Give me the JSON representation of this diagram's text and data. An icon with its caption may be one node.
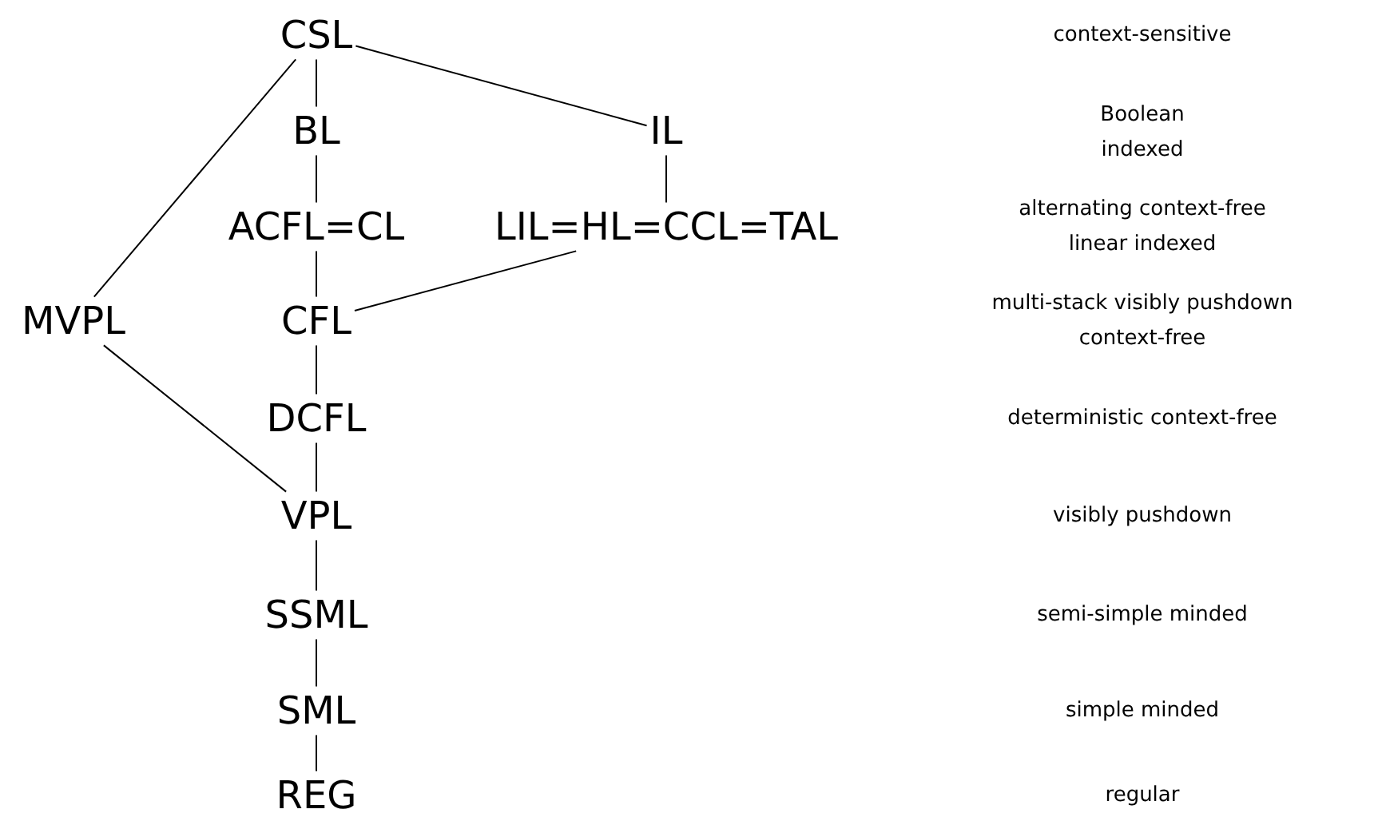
{
  "diagram": {
    "nodes": [
      {
        "text": [
          "CSL"
        ]
      },
      {
        "text": [
          "BL"
        ]
      },
      {
        "text": [
          "IL"
        ]
      },
      {
        "text": [
          "ACFL=CL"
        ]
      },
      {
        "text": [
          "LIL=HL=CCL=TAL"
        ]
      },
      {
        "text": [
          "MVPL"
        ]
      },
      {
        "text": [
          "CFL"
        ]
      },
      {
        "text": [
          "DCFL"
        ]
      },
      {
        "text": [
          "VPL"
        ]
      },
      {
        "text": [
          "SSML"
        ]
      },
      {
        "text": [
          "SML"
        ]
      },
      {
        "text": [
          "REG"
        ]
      }
    ],
    "edges": [
      {
        "from": 0,
        "to": 1,
        "arrow": "none"
      },
      {
        "from": 1,
        "to": 3,
        "arrow": "none"
      },
      {
        "from": 3,
        "to": 6,
        "arrow": "none"
      },
      {
        "from": 0,
        "to": 2,
        "arrow": "none"
      },
      {
        "from": 2,
        "to": 4,
        "arrow": "none"
      },
      {
        "from": 4,
        "to": 6,
        "arrow": "none"
      },
      {
        "from": 0,
        "to": 5,
        "arrow": "none"
      },
      {
        "from": 5,
        "to": 8,
        "arrow": "none"
      },
      {
        "from": 6,
        "to": 7,
        "arrow": "none"
      },
      {
        "from": 7,
        "to": 8,
        "arrow": "none"
      },
      {
        "from": 8,
        "to": 9,
        "arrow": "none"
      },
      {
        "from": 9,
        "to": 10,
        "arrow": "none"
      },
      {
        "from": 10,
        "to": 11,
        "arrow": "none"
      }
    ],
    "labels": [
      "context-sensitive",
      "Boolean",
      "indexed",
      "alternating context-free",
      "linear indexed",
      "multi-stack visibly pushdown",
      "context-free",
      "deterministic context-free",
      "visibly pushdown",
      "semi-simple minded",
      "simple minded",
      "regular"
    ]
  }
}
